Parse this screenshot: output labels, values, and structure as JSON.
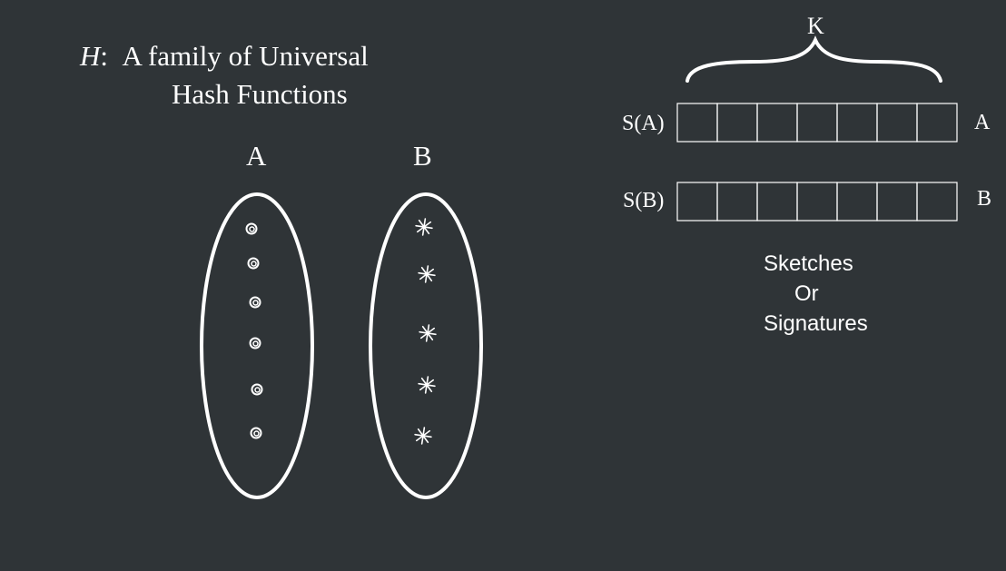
{
  "title": {
    "symbol": "H",
    "separator": ":",
    "line1_rest": "A family of Universal",
    "line2": "Hash Functions"
  },
  "sets": {
    "a_label": "A",
    "b_label": "B",
    "a_marker": "circle",
    "b_marker": "asterisk",
    "a_count": 6,
    "b_count": 5
  },
  "sketch": {
    "k_label": "K",
    "rows": [
      {
        "label": "S(A)",
        "right_label": "A",
        "cells": 7
      },
      {
        "label": "S(B)",
        "right_label": "B",
        "cells": 7
      }
    ]
  },
  "caption": {
    "line1": "Sketches",
    "line2": "Or",
    "line3": "Signatures"
  },
  "colors": {
    "background": "#2f3437",
    "foreground": "#ffffff"
  }
}
